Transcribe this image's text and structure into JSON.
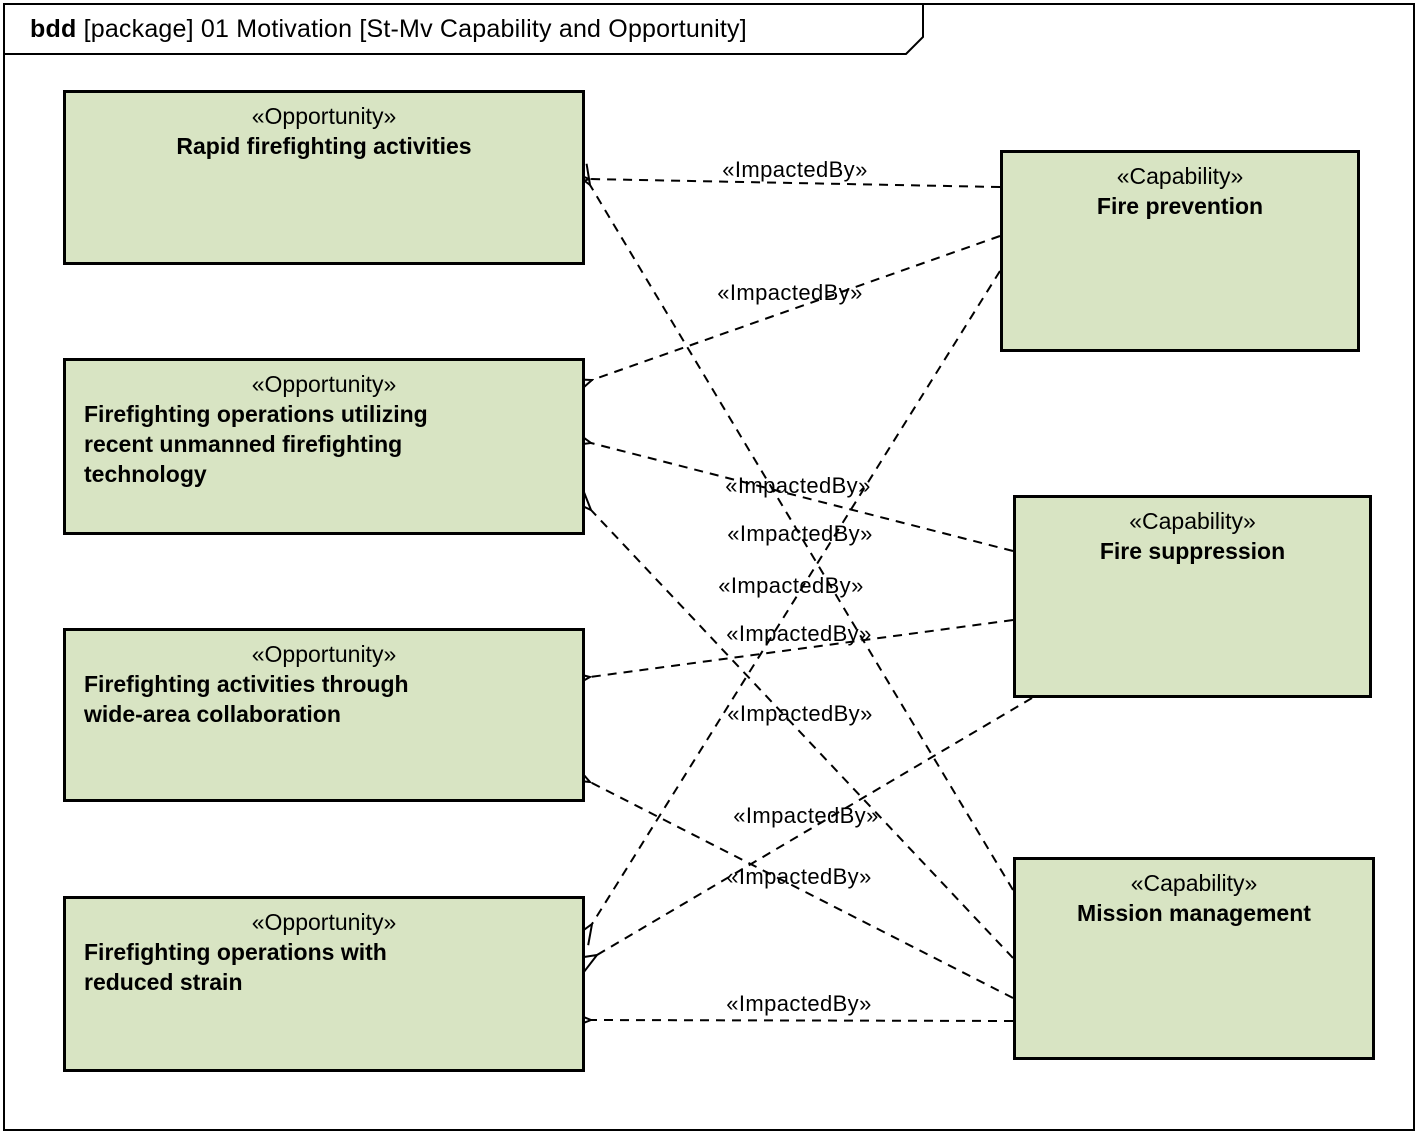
{
  "title": {
    "keyword": "bdd",
    "rest": " [package] 01 Motivation [St-Mv Capability and Opportunity]"
  },
  "colors": {
    "node_fill": "#d8e4c3",
    "node_border": "#000000",
    "edge": "#000000",
    "background": "#ffffff"
  },
  "nodes": {
    "opportunity_1": {
      "stereotype": "«Opportunity»",
      "name": "Rapid firefighting activities"
    },
    "opportunity_2": {
      "stereotype": "«Opportunity»",
      "name": "Firefighting operations utilizing\nrecent unmanned firefighting\ntechnology"
    },
    "opportunity_3": {
      "stereotype": "«Opportunity»",
      "name": "Firefighting activities through\nwide-area collaboration"
    },
    "opportunity_4": {
      "stereotype": "«Opportunity»",
      "name": "Firefighting operations with\nreduced strain"
    },
    "capability_1": {
      "stereotype": "«Capability»",
      "name": "Fire prevention"
    },
    "capability_2": {
      "stereotype": "«Capability»",
      "name": "Fire suppression"
    },
    "capability_3": {
      "stereotype": "«Capability»",
      "name": "Mission management"
    }
  },
  "edges": [
    {
      "from": "Fire prevention",
      "to": "Rapid firefighting activities",
      "label": "«ImpactedBy»"
    },
    {
      "from": "Fire prevention",
      "to": "Firefighting operations utilizing recent unmanned firefighting technology",
      "label": "«ImpactedBy»"
    },
    {
      "from": "Fire prevention",
      "to": "Firefighting operations with reduced strain",
      "label": "«ImpactedBy»"
    },
    {
      "from": "Fire suppression",
      "to": "Firefighting operations utilizing recent unmanned firefighting technology",
      "label": "«ImpactedBy»"
    },
    {
      "from": "Fire suppression",
      "to": "Firefighting activities through wide-area collaboration",
      "label": "«ImpactedBy»"
    },
    {
      "from": "Fire suppression",
      "to": "Firefighting operations with reduced strain",
      "label": "«ImpactedBy»"
    },
    {
      "from": "Mission management",
      "to": "Rapid firefighting activities",
      "label": "«ImpactedBy»"
    },
    {
      "from": "Mission management",
      "to": "Firefighting operations utilizing recent unmanned firefighting technology",
      "label": "«ImpactedBy»"
    },
    {
      "from": "Mission management",
      "to": "Firefighting activities through wide-area collaboration",
      "label": "«ImpactedBy»"
    },
    {
      "from": "Mission management",
      "to": "Firefighting operations with reduced strain",
      "label": "«ImpactedBy»"
    }
  ]
}
